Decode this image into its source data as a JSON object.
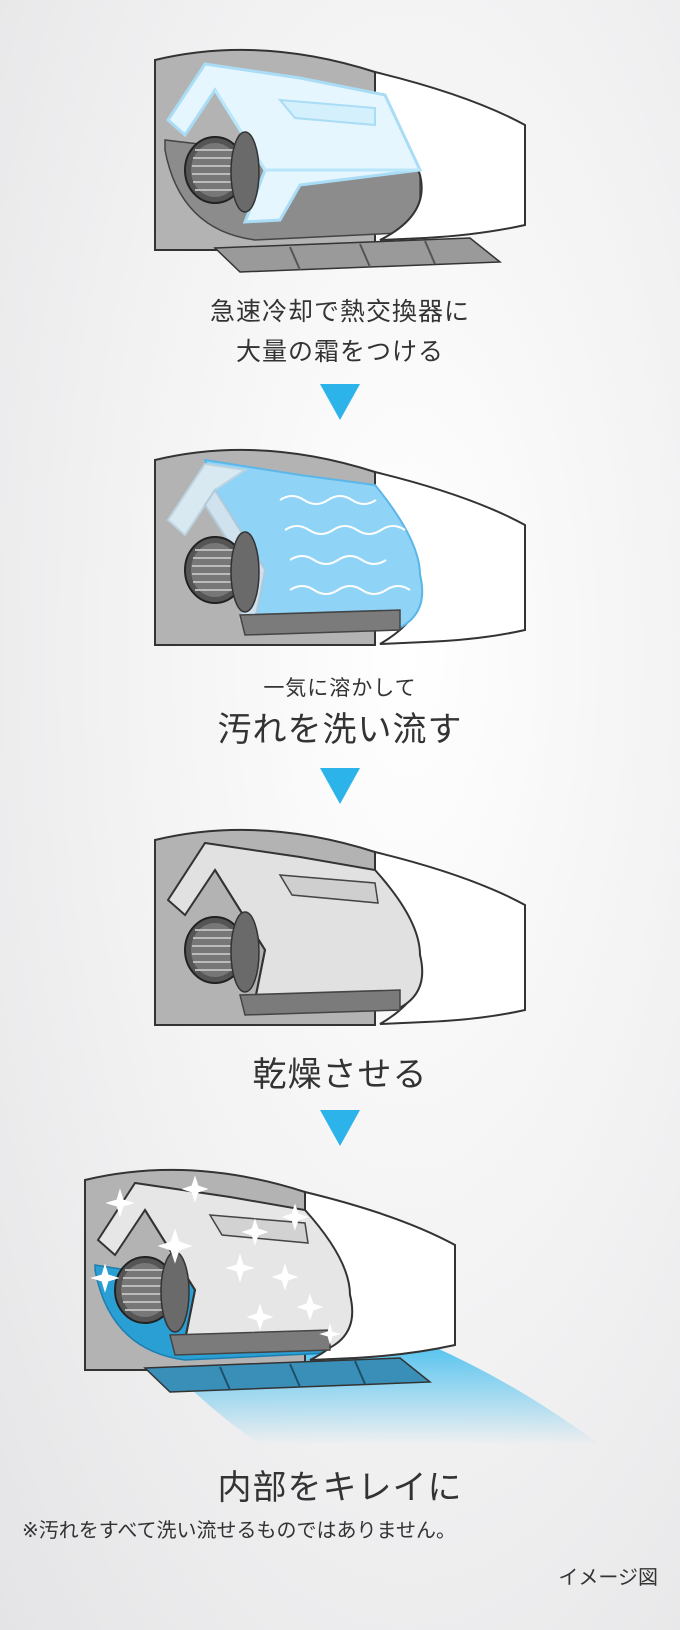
{
  "steps": [
    {
      "id": "frost",
      "caption_line1": "急速冷却で熱交換器に",
      "caption_line2": "大量の霜をつける"
    },
    {
      "id": "wash",
      "caption_small": "一気に溶かして",
      "caption_large": "汚れを洗い流す"
    },
    {
      "id": "dry",
      "caption_large": "乾燥させる"
    },
    {
      "id": "clean",
      "caption_large": "内部をキレイに"
    }
  ],
  "footnote": "※汚れをすべて洗い流せるものではありません。",
  "image_label": "イメージ図",
  "colors": {
    "arrow": "#2bb3ea",
    "frost": "#cfefff",
    "water": "#8fd3f7",
    "airflow": "#4cc0ee",
    "casing": "#b3b3b3",
    "inner": "#8c8c8c"
  }
}
